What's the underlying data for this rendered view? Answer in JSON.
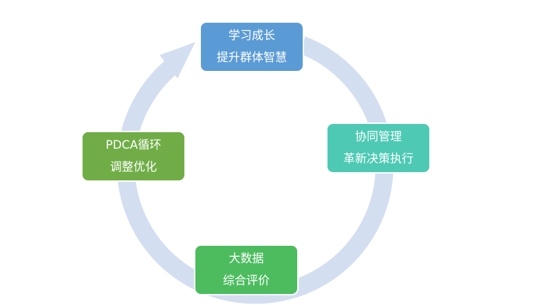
{
  "colors": {
    "ring": "#d3dff0",
    "learn": "#5b9bd5",
    "collab": "#4ec9b4",
    "data": "#4cbc5f",
    "pdca": "#70ad47"
  },
  "nodes": {
    "learn": {
      "line1": "学习成长",
      "line2": "提升群体智慧"
    },
    "collab": {
      "line1": "协同管理",
      "line2": "革新决策执行"
    },
    "data": {
      "line1": "大数据",
      "line2": "综合评价"
    },
    "pdca": {
      "line1": "PDCA循环",
      "line2": "调整优化"
    }
  }
}
